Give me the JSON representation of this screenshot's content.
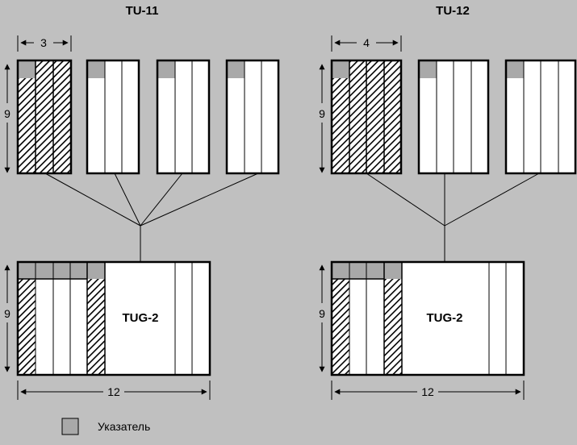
{
  "diagram": {
    "left": {
      "title": "TU-11",
      "tu_width_label": "3",
      "tu_height_label": "9",
      "tug_label": "TUG-2",
      "tug_height_label": "9",
      "tug_width_label": "12"
    },
    "right": {
      "title": "TU-12",
      "tu_width_label": "4",
      "tu_height_label": "9",
      "tug_label": "TUG-2",
      "tug_height_label": "9",
      "tug_width_label": "12"
    },
    "legend": {
      "label": "Указатель"
    },
    "colors": {
      "background": "#c0c0c0",
      "pointer_fill": "#a9a9a9",
      "frame_fill": "#ffffff",
      "line": "#000000"
    }
  }
}
